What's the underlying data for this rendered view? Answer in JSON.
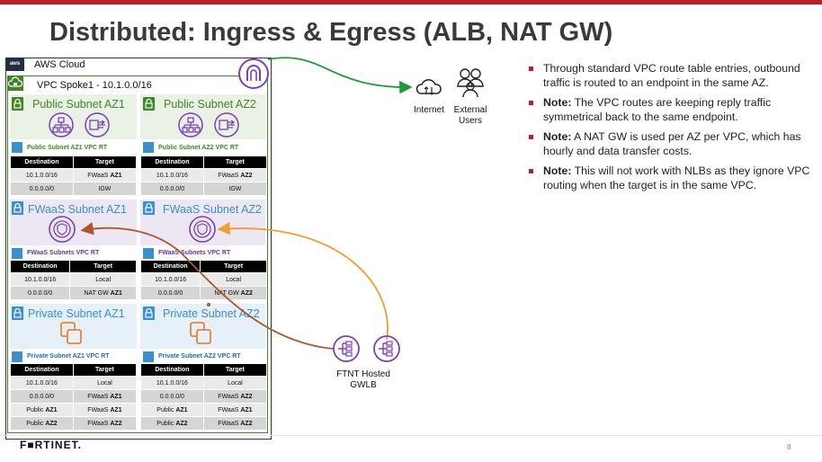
{
  "title": "Distributed: Ingress & Egress (ALB, NAT GW)",
  "cloud": {
    "logo": "aws",
    "label": "AWS Cloud"
  },
  "vpc": {
    "label": "VPC Spoke1 - 10.1.0.0/16"
  },
  "subnets": {
    "public_az1": "Public Subnet AZ1",
    "public_az2": "Public Subnet AZ2",
    "fwaas_az1": "FWaaS Subnet AZ1",
    "fwaas_az2": "FWaaS Subnet AZ2",
    "private_az1": "Private Subnet AZ1",
    "private_az2": "Private Subnet AZ2"
  },
  "route_tables": {
    "public_az1": {
      "title": "Public Subnet AZ1 VPC RT",
      "headers": [
        "Destination",
        "Target"
      ],
      "rows": [
        [
          "10.1.0.0/16",
          "FWaaS AZ1"
        ],
        [
          "0.0.0.0/0",
          "IGW"
        ]
      ]
    },
    "public_az2": {
      "title": "Public Subnet AZ2 VPC RT",
      "headers": [
        "Destination",
        "Target"
      ],
      "rows": [
        [
          "10.1.0.0/16",
          "FWaaS AZ2"
        ],
        [
          "0.0.0.0/0",
          "IGW"
        ]
      ]
    },
    "fwaas_az1": {
      "title": "FWaaS Subnets VPC RT",
      "headers": [
        "Destination",
        "Target"
      ],
      "rows": [
        [
          "10.1.0.0/16",
          "Local"
        ],
        [
          "0.0.0.0/0",
          "NAT GW AZ1"
        ]
      ]
    },
    "fwaas_az2": {
      "title": "FWaaS Subnets VPC RT",
      "headers": [
        "Destination",
        "Target"
      ],
      "rows": [
        [
          "10.1.0.0/16",
          "Local"
        ],
        [
          "0.0.0.0/0",
          "NAT GW AZ2"
        ]
      ]
    },
    "private_az1": {
      "title": "Private Subnet AZ1 VPC RT",
      "headers": [
        "Destination",
        "Target"
      ],
      "rows": [
        [
          "10.1.0.0/16",
          "Local"
        ],
        [
          "0.0.0.0/0",
          "FWaaS AZ1"
        ],
        [
          "Public AZ1",
          "FWaaS AZ1"
        ],
        [
          "Public AZ2",
          "FWaaS AZ2"
        ]
      ]
    },
    "private_az2": {
      "title": "Private Subnet AZ2 VPC RT",
      "headers": [
        "Destination",
        "Target"
      ],
      "rows": [
        [
          "10.1.0.0/16",
          "Local"
        ],
        [
          "0.0.0.0/0",
          "FWaaS AZ2"
        ],
        [
          "Public AZ1",
          "FWaaS AZ1"
        ],
        [
          "Public AZ2",
          "FWaaS AZ2"
        ]
      ]
    }
  },
  "external": {
    "internet": "Internet",
    "users": "External Users"
  },
  "gwlb": {
    "label": "FTNT Hosted GWLB"
  },
  "bullets": [
    {
      "bold": "",
      "text": "Through standard VPC route table entries, outbound traffic is routed to an endpoint in the same AZ."
    },
    {
      "bold": "Note:",
      "text": " The VPC routes are keeping reply traffic symmetrical back to the same endpoint."
    },
    {
      "bold": "Note:",
      "text": " A NAT GW is used per AZ per VPC, which has hourly and data transfer costs."
    },
    {
      "bold": "Note:",
      "text": " This will not work with NLBs as they ignore VPC routing when the target is in the same VPC."
    }
  ],
  "footer": {
    "brand": "F■RTINET.",
    "page": "8"
  },
  "colors": {
    "accent": "#b71f25",
    "public_subnet": "#3f8624",
    "fwaas_subnet": "#7a4a9e",
    "private_subnet": "#2e8bc0",
    "nat_icon": "#7b3fbf",
    "alb_icon": "#7b3fbf",
    "arrow_green": "#1f9a3a",
    "arrow_orange": "#f0a030",
    "arrow_brown": "#b0552a"
  },
  "icons": {
    "igw": "internet-gateway-icon",
    "alb": "load-balancer-icon",
    "nat": "nat-gateway-icon",
    "fwaas": "firewall-endpoint-icon",
    "instances": "instances-icon",
    "gwlb": "gateway-load-balancer-icon",
    "internet": "internet-cloud-icon",
    "users": "users-icon"
  }
}
